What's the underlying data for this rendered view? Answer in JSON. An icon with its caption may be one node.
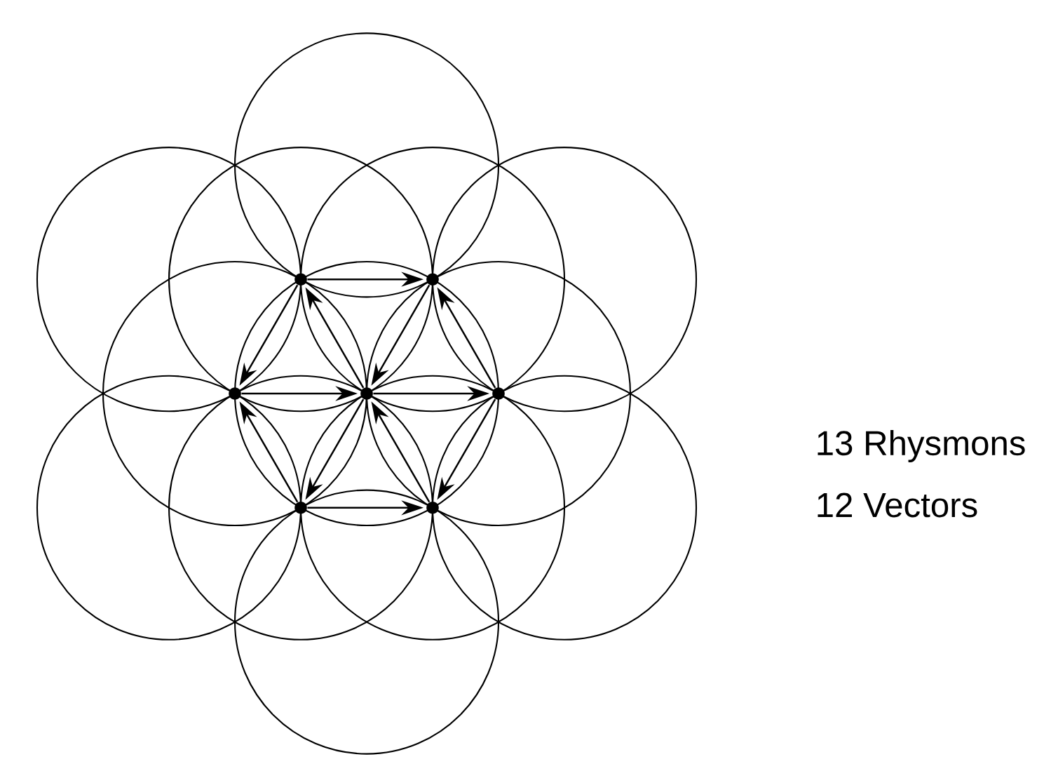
{
  "diagram": {
    "nodes": [
      {
        "text": [],
        "shape": "dot"
      },
      {
        "text": [],
        "shape": "dot"
      },
      {
        "text": [],
        "shape": "dot"
      },
      {
        "text": [],
        "shape": "dot"
      },
      {
        "text": [],
        "shape": "dot"
      },
      {
        "text": [],
        "shape": "dot"
      },
      {
        "text": [],
        "shape": "dot"
      }
    ],
    "edges": [
      {
        "from": 0,
        "to": 1,
        "arrow": "to"
      },
      {
        "from": 3,
        "to": 0,
        "arrow": "to"
      },
      {
        "from": 1,
        "to": 3,
        "arrow": "to"
      },
      {
        "from": 4,
        "to": 1,
        "arrow": "to"
      },
      {
        "from": 0,
        "to": 2,
        "arrow": "to"
      },
      {
        "from": 2,
        "to": 3,
        "arrow": "to"
      },
      {
        "from": 3,
        "to": 4,
        "arrow": "to"
      },
      {
        "from": 5,
        "to": 2,
        "arrow": "to"
      },
      {
        "from": 3,
        "to": 5,
        "arrow": "to"
      },
      {
        "from": 6,
        "to": 3,
        "arrow": "to"
      },
      {
        "from": 4,
        "to": 6,
        "arrow": "to"
      },
      {
        "from": 5,
        "to": 6,
        "arrow": "to"
      }
    ],
    "labels": [
      "13 Rhysmons",
      "12 Vectors"
    ]
  }
}
